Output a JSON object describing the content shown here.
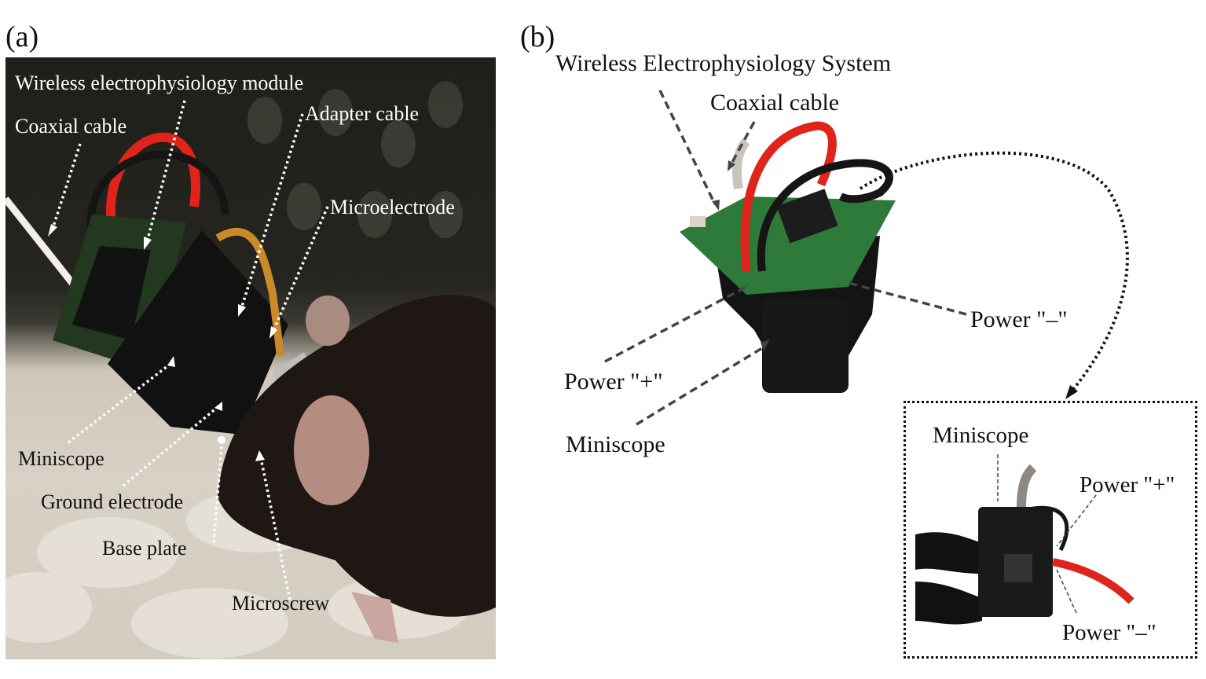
{
  "figure": {
    "panels": [
      {
        "id": "a",
        "letter": "(a)",
        "description": "Photograph of a mouse wearing a miniscope with wireless electrophysiology module",
        "annotations": [
          {
            "key": "wireless_module",
            "text": "Wireless electrophysiology module",
            "style": "white-dotted-arrow"
          },
          {
            "key": "coaxial_cable",
            "text": "Coaxial cable",
            "style": "white-dotted-arrow"
          },
          {
            "key": "adapter_cable",
            "text": "Adapter cable",
            "style": "white-dotted-arrow"
          },
          {
            "key": "microelectrode",
            "text": "Microelectrode",
            "style": "white-dotted-arrow"
          },
          {
            "key": "miniscope",
            "text": "Miniscope",
            "style": "white-dotted-arrow"
          },
          {
            "key": "ground_electrode",
            "text": "Ground electrode",
            "style": "white-dotted-arrow"
          },
          {
            "key": "base_plate",
            "text": "Base plate",
            "style": "white-dotted-arrow"
          },
          {
            "key": "microscrew",
            "text": "Microscrew",
            "style": "white-dotted-arrow"
          }
        ]
      },
      {
        "id": "b",
        "letter": "(b)",
        "description": "Photograph of the wireless electrophysiology system mounted on a miniscope, with inset of miniscope PCB",
        "annotations": [
          {
            "key": "system",
            "text": "Wireless Electrophysiology System",
            "style": "gray-dashed-arrow"
          },
          {
            "key": "coaxial_cable",
            "text": "Coaxial cable",
            "style": "gray-dashed-arrow"
          },
          {
            "key": "power_minus",
            "text": "Power \"–\"",
            "style": "gray-dashed-arrow"
          },
          {
            "key": "power_plus",
            "text": "Power \"+\"",
            "style": "gray-dashed-arrow"
          },
          {
            "key": "miniscope",
            "text": "Miniscope",
            "style": "gray-dashed-arrow"
          }
        ],
        "inset": {
          "annotations": [
            {
              "key": "miniscope",
              "text": "Miniscope"
            },
            {
              "key": "power_plus",
              "text": "Power \"+\""
            },
            {
              "key": "power_minus",
              "text": "Power \"–\""
            }
          ]
        }
      }
    ],
    "colors": {
      "red_wire": "#e0231b",
      "black_wire": "#1a1a1a",
      "pcb_green": "#2d7a3a",
      "flex_cable": "#c88a2a",
      "annotation_white": "#ffffff",
      "annotation_gray": "#444444"
    }
  }
}
